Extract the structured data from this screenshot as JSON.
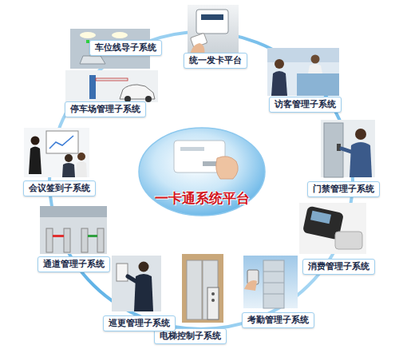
{
  "diagram": {
    "nodes": [
      {
        "text": [
          "一卡通系统平台"
        ]
      },
      {
        "text": [
          "统一发卡平台"
        ]
      },
      {
        "text": [
          "访客管理子系统"
        ]
      },
      {
        "text": [
          "门禁管理子系统"
        ]
      },
      {
        "text": [
          "消费管理子系统"
        ]
      },
      {
        "text": [
          "考勤管理子系统"
        ]
      },
      {
        "text": [
          "电梯控制子系统"
        ]
      },
      {
        "text": [
          "巡更管理子系统"
        ]
      },
      {
        "text": [
          "通道管理子系统"
        ]
      },
      {
        "text": [
          "会议签到子系统"
        ]
      },
      {
        "text": [
          "停车场管理子系统"
        ]
      },
      {
        "text": [
          "车位线导子系统"
        ]
      }
    ]
  }
}
